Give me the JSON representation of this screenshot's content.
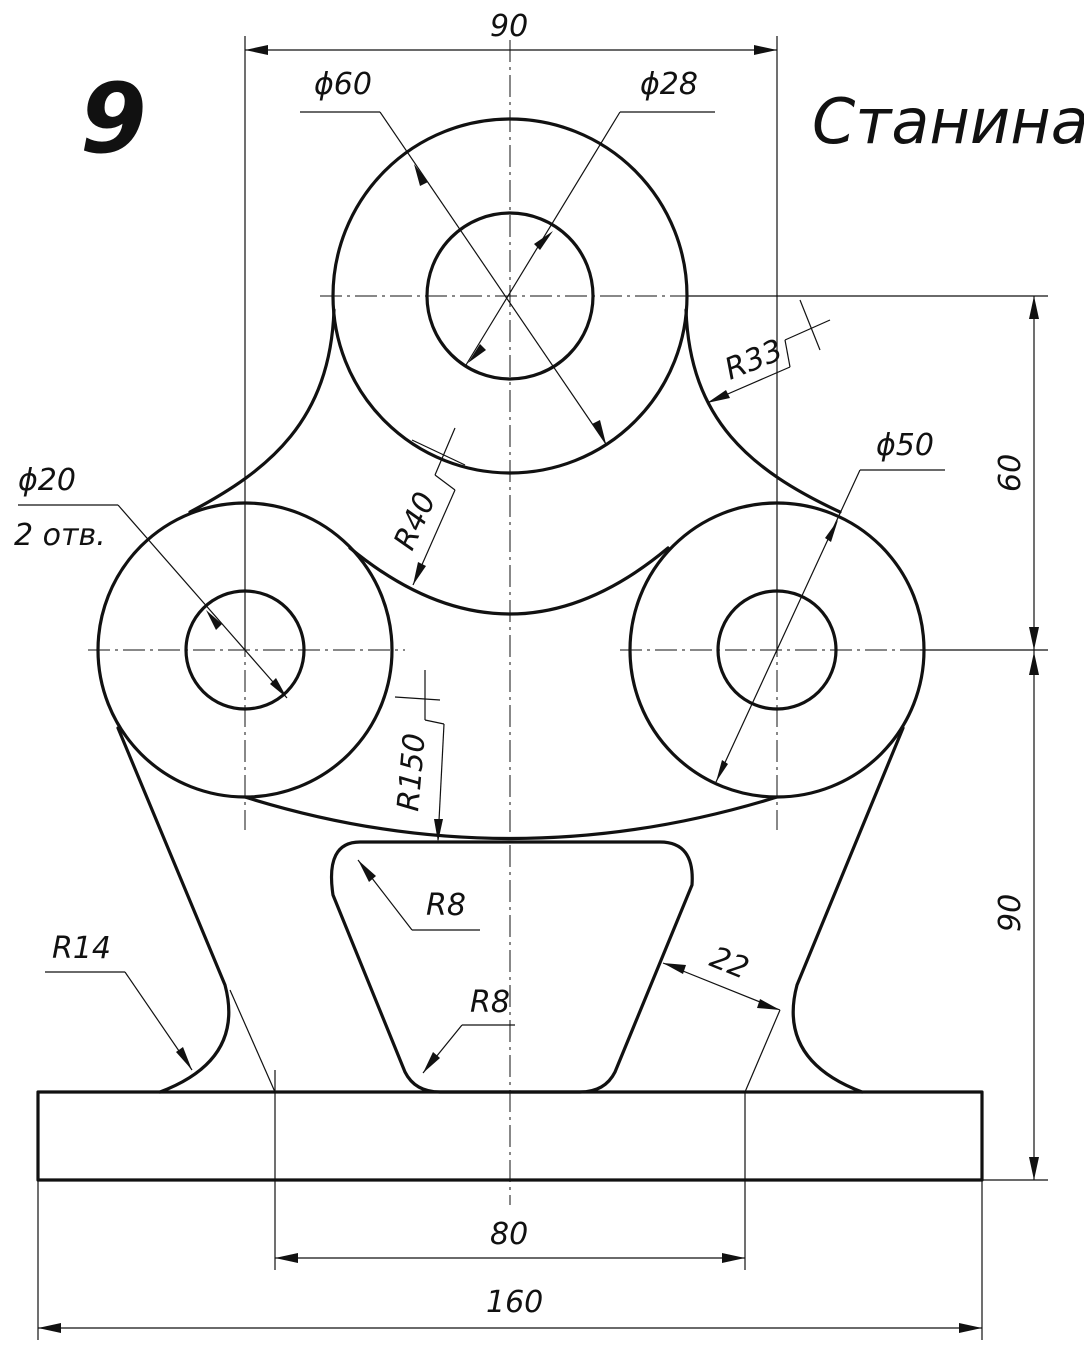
{
  "sheet": {
    "number": "9",
    "title": "Станина"
  },
  "dims": {
    "top_width": "90",
    "dia_60": "ϕ60",
    "dia_28": "ϕ28",
    "r33": "R33",
    "dia_50": "ϕ50",
    "dia_20": "ϕ20",
    "holes": "2 отв.",
    "r40": "R40",
    "r150": "R150",
    "r8_upper": "R8",
    "r8_lower": "R8",
    "r14": "R14",
    "width_22": "22",
    "height_60": "60",
    "height_90": "90",
    "base_80": "80",
    "base_160": "160"
  }
}
